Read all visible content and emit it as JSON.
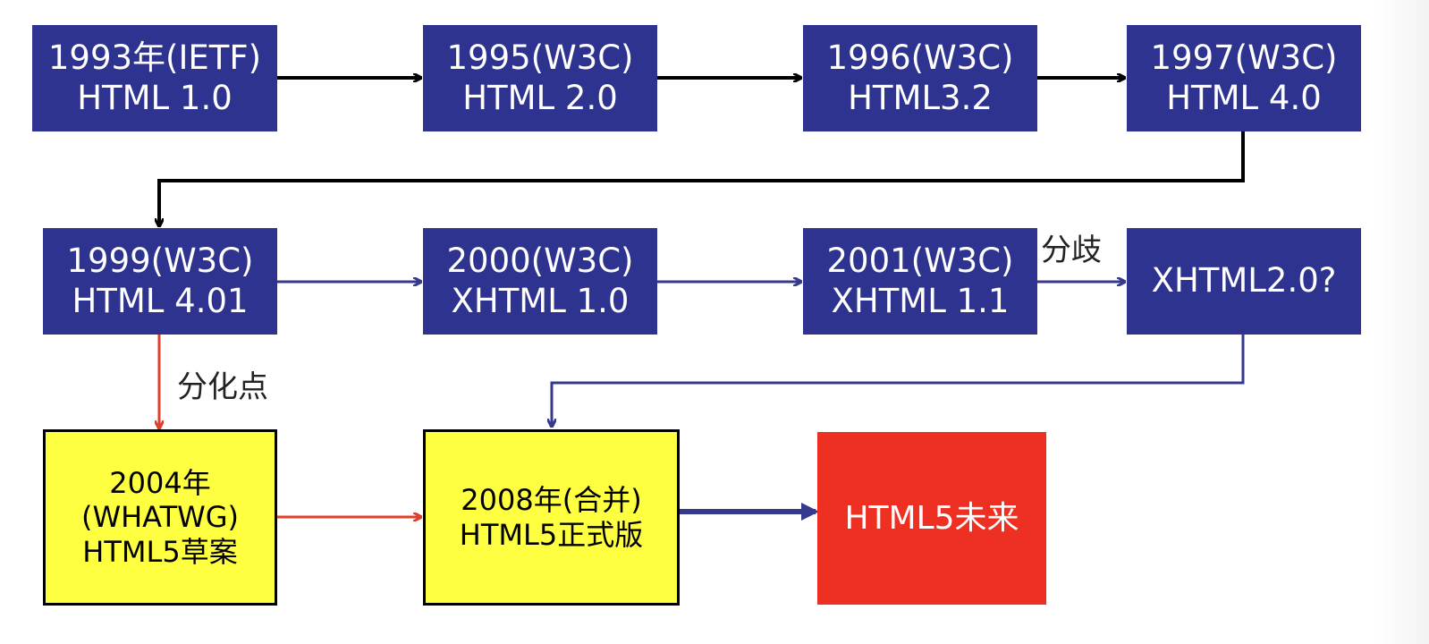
{
  "colors": {
    "node_blue": "#2d338f",
    "node_yellow": "#ffff42",
    "node_red": "#ee3023",
    "arrow_black": "#000000",
    "arrow_blue": "#363a8c",
    "arrow_red": "#e0402a"
  },
  "nodes": {
    "html10": {
      "line1": "1993年(IETF)",
      "line2": "HTML 1.0"
    },
    "html20": {
      "line1": "1995(W3C)",
      "line2": "HTML 2.0"
    },
    "html32": {
      "line1": "1996(W3C)",
      "line2": "HTML3.2"
    },
    "html40": {
      "line1": "1997(W3C)",
      "line2": "HTML 4.0"
    },
    "html401": {
      "line1": "1999(W3C)",
      "line2": "HTML 4.01"
    },
    "xhtml10": {
      "line1": "2000(W3C)",
      "line2": "XHTML 1.0"
    },
    "xhtml11": {
      "line1": "2001(W3C)",
      "line2": "XHTML 1.1"
    },
    "xhtml20": {
      "line1": "XHTML2.0?"
    },
    "whatwg": {
      "line1": "2004年",
      "line2": "(WHATWG)",
      "line3": "HTML5草案"
    },
    "html5_official": {
      "line1": "2008年(合并)",
      "line2": "HTML5正式版"
    },
    "html5_future": {
      "line1": "HTML5未来"
    }
  },
  "labels": {
    "fork": "分歧",
    "divergence_point": "分化点"
  }
}
